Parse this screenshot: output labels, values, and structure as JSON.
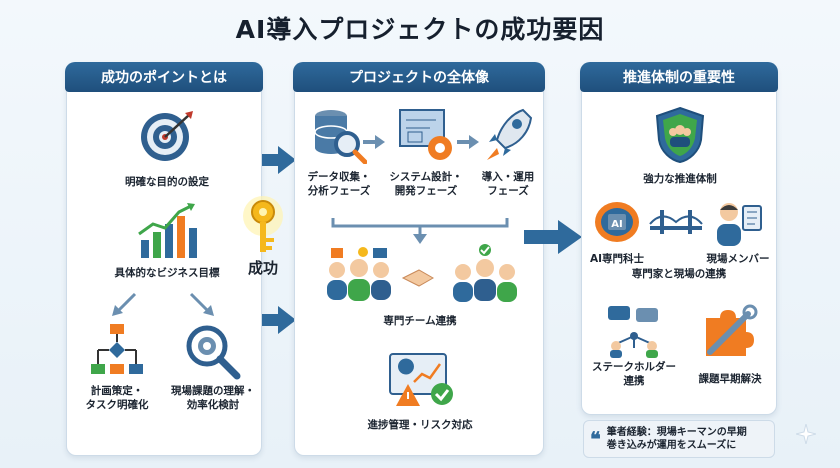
{
  "title": "AI導入プロジェクトの成功要因",
  "panels": {
    "left": {
      "header": "成功のポイントとは",
      "items": [
        {
          "label": "明確な目的の設定",
          "icon": "target-icon"
        },
        {
          "label": "具体的なビジネス目標",
          "icon": "bar-chart-icon"
        },
        {
          "label": "計画策定・\nタスク明確化",
          "icon": "flowchart-icon"
        },
        {
          "label": "現場課題の理解・\n効率化検討",
          "icon": "magnifier-gear-icon"
        }
      ]
    },
    "center": {
      "header": "プロジェクトの全体像",
      "items": [
        {
          "label": "データ収集・\n分析フェーズ",
          "icon": "database-search-icon"
        },
        {
          "label": "システム設計・\n開発フェーズ",
          "icon": "blueprint-gear-icon"
        },
        {
          "label": "導入・運用\nフェーズ",
          "icon": "rocket-icon"
        },
        {
          "label": "専門チーム連携",
          "icon": "team-handshake-icon"
        },
        {
          "label": "進捗管理・リスク対応",
          "icon": "dashboard-warning-icon"
        }
      ]
    },
    "right": {
      "header": "推進体制の重要性",
      "items": [
        {
          "label": "強力な推進体制",
          "icon": "shield-team-icon"
        },
        {
          "label": "AI専門科士",
          "icon": "ai-brain-icon"
        },
        {
          "label": "現場メンバー",
          "icon": "worker-icon"
        },
        {
          "label": "専門家と現場の連携",
          "icon": "bridge-icon"
        },
        {
          "label": "ステークホルダー\n連携",
          "icon": "stakeholder-network-icon"
        },
        {
          "label": "課題早期解決",
          "icon": "puzzle-wrench-icon"
        }
      ]
    }
  },
  "center_key": {
    "label": "成功",
    "icon": "key-icon"
  },
  "note": {
    "text_line1": "筆者経験：現場キーマンの早期",
    "text_line2": "巻き込みが運用をスムーズに",
    "quote": "❝"
  },
  "colors": {
    "header": "#1f4f7c",
    "arrow": "#2f6a9c",
    "accent_orange": "#f07c22",
    "accent_green": "#3fa64a"
  }
}
